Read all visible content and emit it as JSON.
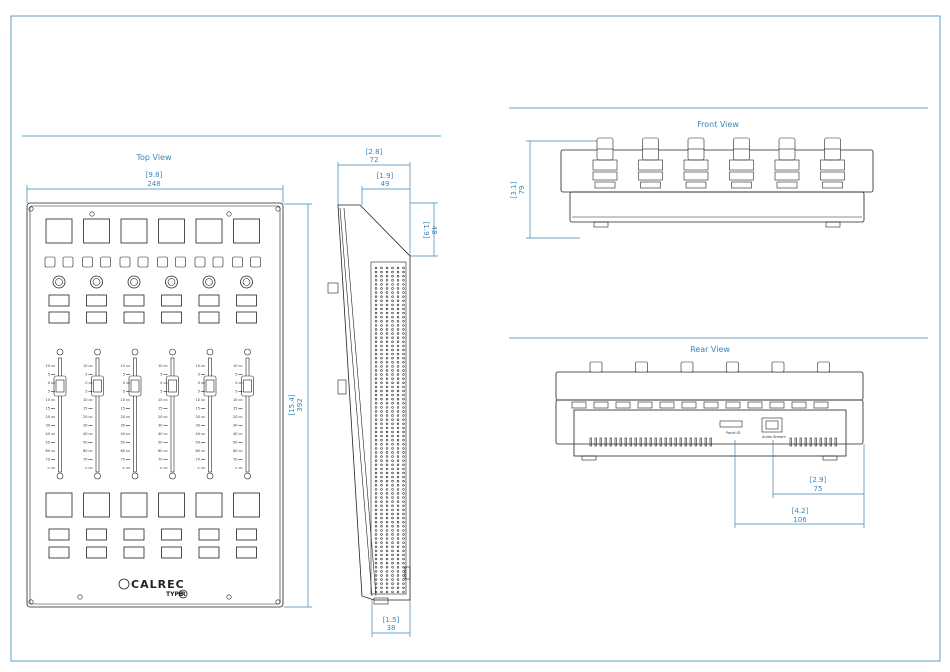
{
  "views": {
    "top": {
      "title": "Top View"
    },
    "front": {
      "title": "Front View"
    },
    "rear": {
      "title": "Rear View"
    }
  },
  "dimensions": {
    "top_width": {
      "inch": "[9.8]",
      "mm": "248"
    },
    "top_height": {
      "inch": "[15.4]",
      "mm": "392"
    },
    "side_depth_total": {
      "inch": "[2.8]",
      "mm": "72"
    },
    "side_depth_top": {
      "inch": "[1.9]",
      "mm": "49"
    },
    "side_rear_height": {
      "inch": "[1.9]",
      "mm": "48"
    },
    "side_front_height": {
      "inch": "[1.5]",
      "mm": "38"
    },
    "front_height": {
      "inch": "[3.1]",
      "mm": "79"
    },
    "rear_dim_a": {
      "inch": "[2.9]",
      "mm": "75"
    },
    "rear_dim_b": {
      "inch": "[4.2]",
      "mm": "106"
    }
  },
  "brand": {
    "name": "CALREC",
    "sub": "TYPE",
    "sub_mark": "R"
  },
  "fader_scale": [
    "10",
    "5",
    "0",
    "5",
    "10",
    "15",
    "20",
    "30",
    "40",
    "50",
    "60",
    "70",
    "∞"
  ],
  "rear_labels": {
    "panel_id": "Panel ID",
    "net": "Audio Stream"
  },
  "channel_count": 6
}
